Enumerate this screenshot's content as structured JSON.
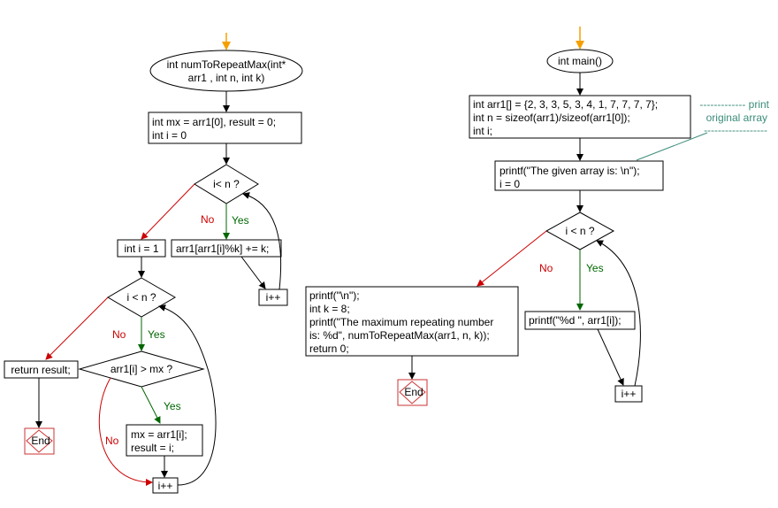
{
  "left_flow": {
    "func_header_line1": "int numToRepeatMax(int*",
    "func_header_line2": "arr1 , int n, int k)",
    "init_line1": "int mx = arr1[0], result = 0;",
    "init_line2": "int i = 0",
    "cond1": "i< n ?",
    "cond1_yes": "Yes",
    "cond1_no": "No",
    "increment_stmt": "arr1[arr1[i]%k] += k;",
    "inc1": "i++",
    "reset_i": "int i = 1",
    "cond2": "i < n ?",
    "cond2_yes": "Yes",
    "cond2_no": "No",
    "return_stmt": "return result;",
    "end1": "End",
    "cond3": "arr1[i] > mx ?",
    "cond3_yes": "Yes",
    "cond3_no": "No",
    "assign_line1": "mx = arr1[i];",
    "assign_line2": "result = i;",
    "inc2": "i++"
  },
  "right_flow": {
    "main_header": "int main()",
    "decl_line1": "int arr1[] = {2, 3, 3, 5, 3, 4, 1, 7, 7, 7, 7};",
    "decl_line2": "int n = sizeof(arr1)/sizeof(arr1[0]);",
    "decl_line3": "int i;",
    "comment_line1": "------------- print",
    "comment_line2": "original array",
    "comment_line3": "------------------",
    "print_line1": "printf(\"The given array is:  \\n\");",
    "print_line2": "i = 0",
    "cond": "i < n ?",
    "cond_yes": "Yes",
    "cond_no": "No",
    "loop_print": "printf(\"%d  \", arr1[i]);",
    "inc": "i++",
    "final_line1": "printf(\"\\n\");",
    "final_line2": "int k = 8;",
    "final_line3": "printf(\"The maximum repeating number",
    "final_line4": "is: %d\", numToRepeatMax(arr1, n, k));",
    "final_line5": "return 0;",
    "end": "End"
  },
  "colors": {
    "start_arrow": "#f5a000",
    "yes_branch": "#006600",
    "no_branch": "#cc0000",
    "end_border": "#cc3333",
    "comment": "#3b8c7a"
  }
}
